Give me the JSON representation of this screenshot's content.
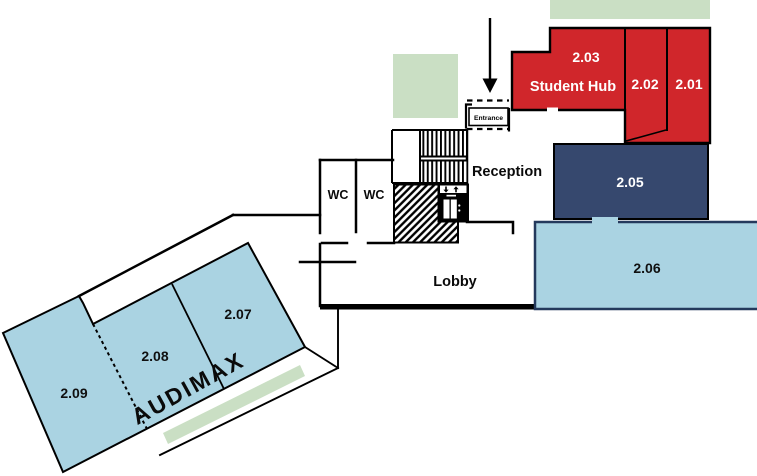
{
  "map": {
    "rooms": {
      "r201": "2.01",
      "r202": "2.02",
      "r203": "2.03",
      "r205": "2.05",
      "r206": "2.06",
      "r207": "2.07",
      "r208": "2.08",
      "r209": "2.09"
    },
    "labels": {
      "student_hub": "Student Hub",
      "reception": "Reception",
      "lobby": "Lobby",
      "wc_left": "WC",
      "wc_right": "WC",
      "entrance": "Entrance",
      "audimax": "AUDIMAX"
    },
    "colors": {
      "hub_red": "#d0262b",
      "room_navy": "#36486e",
      "room_blue": "#aad3e2",
      "room_blue_border": "#24395c",
      "lawn_green": "#cadfc4",
      "wall": "#000000"
    }
  }
}
